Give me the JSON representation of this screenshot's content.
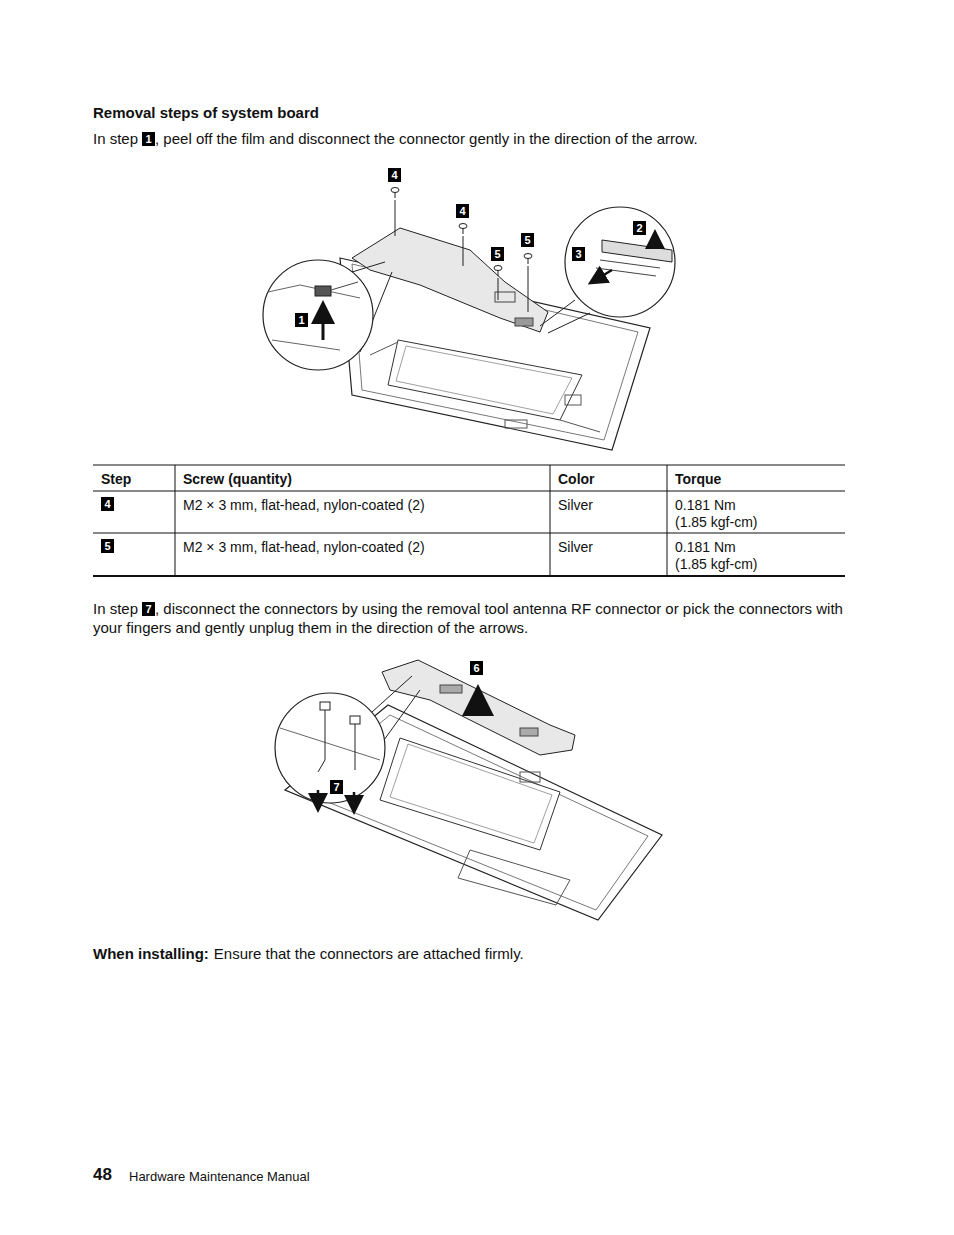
{
  "diagram": {
    "title": "Removal steps of system board",
    "labels": [
      "In step",
      "1",
      ", peel off the film and disconnect the connector gently in the direction of the arrow.",
      "4",
      "4",
      "5",
      "5",
      "2",
      "3",
      "1",
      "Step",
      "Screw (quantity)",
      "Color",
      "Torque",
      "4",
      "M2 × 3 mm, flat-head, nylon-coated (2)",
      "Silver",
      "0.181 Nm",
      "(1.85 kgf-cm)",
      "5",
      "M2 × 3 mm, flat-head, nylon-coated (2)",
      "Silver",
      "0.181 Nm",
      "(1.85 kgf-cm)",
      "In step",
      "7",
      ", disconnect the connectors by using the removal tool antenna RF connector or pick the connectors with your fingers and gently unplug them in the direction of the arrows.",
      "6",
      "7",
      "When installing:",
      "Ensure that the connectors are attached firmly.",
      "48",
      "Hardware Maintenance Manual"
    ]
  }
}
